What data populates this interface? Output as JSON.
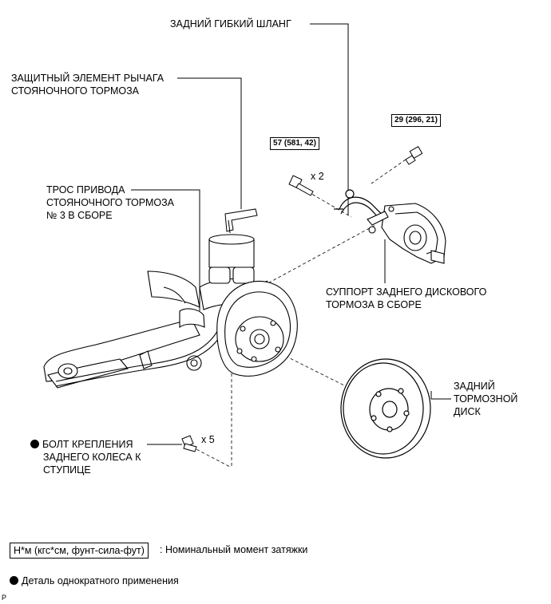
{
  "labels": {
    "rear_hose": "ЗАДНИЙ ГИБКИЙ ШЛАНГ",
    "parking_lever_cover_1": "ЗАЩИТНЫЙ ЭЛЕМЕНТ РЫЧАГА",
    "parking_lever_cover_2": "СТОЯНОЧНОГО ТОРМОЗА",
    "parking_cable_1": "ТРОС ПРИВОДА",
    "parking_cable_2": "СТОЯНОЧНОГО ТОРМОЗА",
    "parking_cable_3": "№ 3 В СБОРЕ",
    "caliper_1": "СУППОРТ ЗАДНЕГО ДИСКОВОГО",
    "caliper_2": "ТОРМОЗА В СБОРЕ",
    "disc_1": "ЗАДНИЙ",
    "disc_2": "ТОРМОЗНОЙ",
    "disc_3": "ДИСК",
    "hub_bolt_1": "БОЛТ КРЕПЛЕНИЯ",
    "hub_bolt_2": "ЗАДНЕГО КОЛЕСА К",
    "hub_bolt_3": "СТУПИЦЕ"
  },
  "torques": {
    "caliper_bolt": "57 (581, 42)",
    "hose_bolt": "29 (296, 21)"
  },
  "quantities": {
    "caliper_bolt_qty": "x 2",
    "hub_bolt_qty": "x 5"
  },
  "legend": {
    "torque_units": "Н*м (кгс*см, фунт-сила-фут)",
    "torque_desc": ": Номинальный момент затяжки",
    "single_use_desc": "Деталь однократного применения"
  },
  "corner_mark": "P"
}
